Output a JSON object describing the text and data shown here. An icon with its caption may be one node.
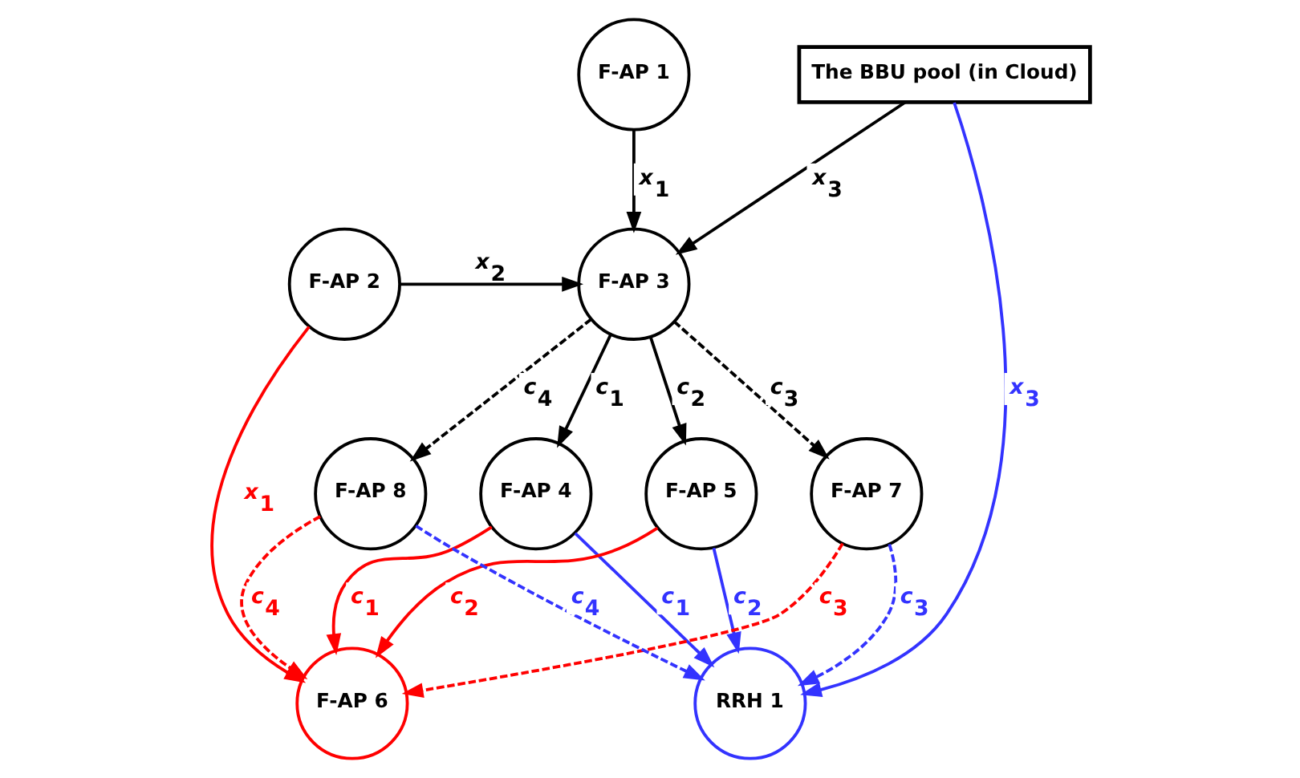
{
  "diagram": {
    "nodes": [
      {
        "text": [
          "The BBU pool (in Cloud)"
        ]
      },
      {
        "text": [
          "F-AP 1"
        ]
      },
      {
        "text": [
          "F-AP 3"
        ]
      },
      {
        "text": [
          "F-AP 2"
        ]
      },
      {
        "text": [
          "F-AP 4"
        ]
      },
      {
        "text": [
          "F-AP 5"
        ]
      },
      {
        "text": [
          "F-AP 7"
        ]
      },
      {
        "text": [
          "F-AP 8"
        ]
      },
      {
        "text": [
          "RRH 1"
        ]
      },
      {
        "text": [
          "F-AP 6"
        ]
      }
    ],
    "edges": [
      {
        "from": 0,
        "to": 2,
        "arrow": "to",
        "label": "x$_{3}$"
      },
      {
        "from": 1,
        "to": 2,
        "arrow": "to",
        "label": "x$_{1}$"
      },
      {
        "from": 3,
        "to": 2,
        "arrow": "to",
        "label": "x$_{2}$"
      },
      {
        "from": 2,
        "to": 4,
        "arrow": "to",
        "label": "c$_{1}$"
      },
      {
        "from": 2,
        "to": 5,
        "arrow": "to",
        "label": "c$_{2}$"
      },
      {
        "from": 2,
        "to": 6,
        "arrow": "to",
        "label": "c$_{3}$",
        "style": "dashed"
      },
      {
        "from": 2,
        "to": 7,
        "arrow": "to",
        "label": "c$_{4}$",
        "style": "dashed"
      },
      {
        "from": 0,
        "to": 8,
        "arrow": "to",
        "label": "x$_{3}$",
        "color": "#3333ff"
      },
      {
        "from": 4,
        "to": 8,
        "arrow": "to",
        "label": "c$_{1}$",
        "color": "#3333ff"
      },
      {
        "from": 5,
        "to": 8,
        "arrow": "to",
        "label": "c$_{2}$",
        "color": "#3333ff"
      },
      {
        "from": 6,
        "to": 8,
        "arrow": "to",
        "label": "c$_{3}$",
        "color": "#3333ff",
        "style": "dashed"
      },
      {
        "from": 7,
        "to": 8,
        "arrow": "to",
        "label": "c$_{4}$",
        "color": "#3333ff",
        "style": "dashed"
      },
      {
        "from": 3,
        "to": 9,
        "arrow": "to",
        "label": "x$_{1}$",
        "color": "#ff0000"
      },
      {
        "from": 4,
        "to": 9,
        "arrow": "to",
        "label": "c$_{1}$",
        "color": "#ff0000"
      },
      {
        "from": 5,
        "to": 9,
        "arrow": "to",
        "label": "c$_{2}$",
        "color": "#ff0000"
      },
      {
        "from": 6,
        "to": 9,
        "arrow": "to",
        "label": "c$_{3}$",
        "color": "#ff0000",
        "style": "dashed"
      },
      {
        "from": 7,
        "to": 9,
        "arrow": "to",
        "label": "c$_{4}$",
        "color": "#ff0000",
        "style": "dashed"
      }
    ]
  }
}
